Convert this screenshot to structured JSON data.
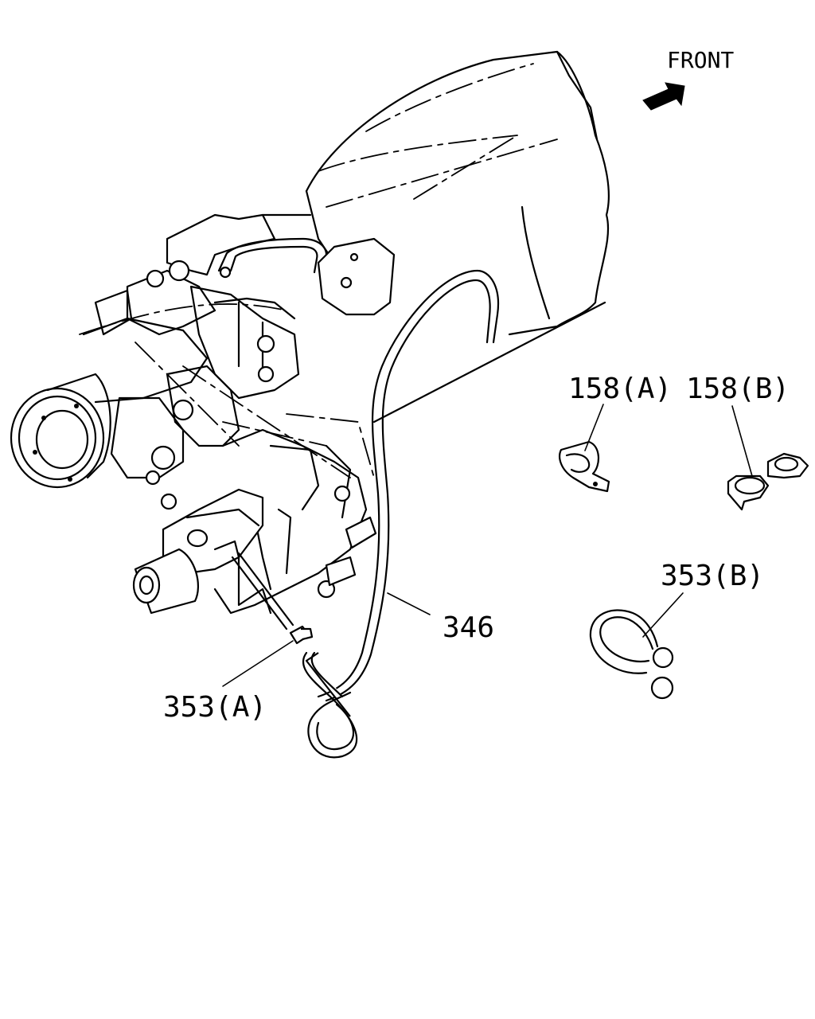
{
  "diagram": {
    "front_label": "FRONT",
    "parts": {
      "p346": "346",
      "p353a": "353(A)",
      "p158a": "158(A)",
      "p158b": "158(B)",
      "p353b": "353(B)"
    },
    "icons": {
      "arrow": "front-direction-arrow"
    }
  }
}
